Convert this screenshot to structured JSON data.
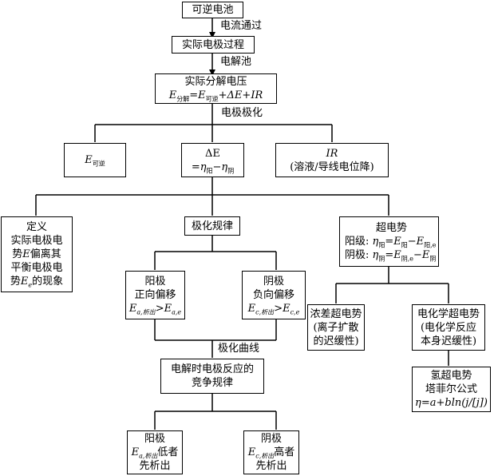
{
  "nodes": {
    "reversible_cell": "可逆电池",
    "actual_process": "实际电极过程",
    "decomp_voltage": {
      "title": "实际分解电压",
      "e": "E",
      "sub_decomp": "分解",
      "eq": "=",
      "sub_rev": "可逆",
      "rest": "+ΔE+IR"
    },
    "e_rev": {
      "e": "E",
      "sub": "可逆"
    },
    "delta_e": {
      "line1": "ΔE",
      "eq_a": "=η",
      "sub_a": "阳",
      "minus": "−η",
      "sub_c": "阴"
    },
    "ir": {
      "line1": "IR",
      "line2": "(溶液/导线电位降)"
    },
    "definition": {
      "l1": "定义",
      "l2": "实际电极电",
      "l3a": "势",
      "l3b": "E",
      "l3c": "偏离其",
      "l4": "平衡电极电",
      "l5a": "势",
      "l5b": "E",
      "l5sub": "e",
      "l5c": "的现象"
    },
    "polarization_law": "极化规律",
    "overpotential": {
      "title": "超电势",
      "anode_label": "阳级:",
      "anode_eta": "η",
      "anode_eta_sub": "阳",
      "anode_eq": "=E",
      "anode_e_sub": "阳",
      "anode_minus": "−E",
      "anode_e2_sub": "阳,e",
      "cathode_label": "阴极:",
      "cathode_eta": "η",
      "cathode_eta_sub": "阴",
      "cathode_eq": "=E",
      "cathode_e_sub": "阴,e",
      "cathode_minus": "−E",
      "cathode_e2_sub": "阴"
    },
    "anode_shift": {
      "l1": "阳极",
      "l2": "正向偏移",
      "e": "E",
      "sub": "a,析出",
      "gt": ">E",
      "sub2": "a,e"
    },
    "cathode_shift": {
      "l1": "阴极",
      "l2": "负向偏移",
      "e": "E",
      "sub": "c,析出",
      "gt": ">E",
      "sub2": "c,e"
    },
    "conc_over": {
      "l1": "浓差超电势",
      "l2": "(离子扩散",
      "l3": "的迟缓性)"
    },
    "electrochem_over": {
      "l1": "电化学超电势",
      "l2": "(电化学反应",
      "l3": "本身迟缓性)"
    },
    "competition": {
      "l1": "电解时电极反应的",
      "l2": "竞争规律"
    },
    "hydrogen_over": {
      "l1": "氢超电势",
      "l2": "塔菲尔公式",
      "l3": "η=a+bln(j/[j])"
    },
    "anode_first": {
      "l1": "阳极",
      "e": "E",
      "sub": "a,析出",
      "rest": "低者",
      "l3": "先析出"
    },
    "cathode_first": {
      "l1": "阴极",
      "e": "E",
      "sub": "c,析出",
      "rest": "高者",
      "l3": "先析出"
    }
  },
  "edge_labels": {
    "current_pass": "电流通过",
    "electrolysis_cell": "电解池",
    "electrode_polarization": "电极极化",
    "polarization_curve": "极化曲线"
  }
}
